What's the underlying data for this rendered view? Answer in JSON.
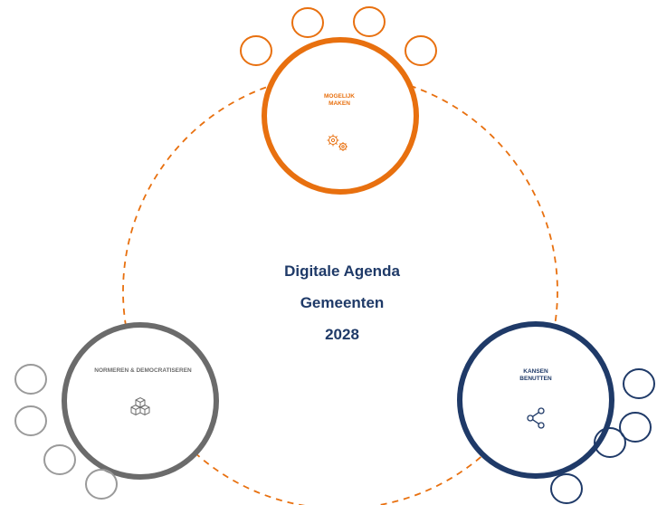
{
  "center": {
    "line1": "Digitale Agenda",
    "line2": "Gemeenten",
    "line3": "2028"
  },
  "nodes": {
    "top": {
      "line1": "MOGELIJK",
      "line2": "MAKEN",
      "icon": "gears-icon",
      "color": "#e8700f"
    },
    "left": {
      "line1": "NORMEREN & DEMOCRATISEREN",
      "icon": "cubes-icon",
      "color": "#6b6b6b"
    },
    "right": {
      "line1": "KANSEN",
      "line2": "BENUTTEN",
      "icon": "share-icon",
      "color": "#1f3a68"
    }
  },
  "colors": {
    "orange": "#e8700f",
    "grey": "#6b6b6b",
    "lightgrey": "#9a9a9a",
    "navy": "#1f3a68",
    "title": "#1f3a68"
  }
}
